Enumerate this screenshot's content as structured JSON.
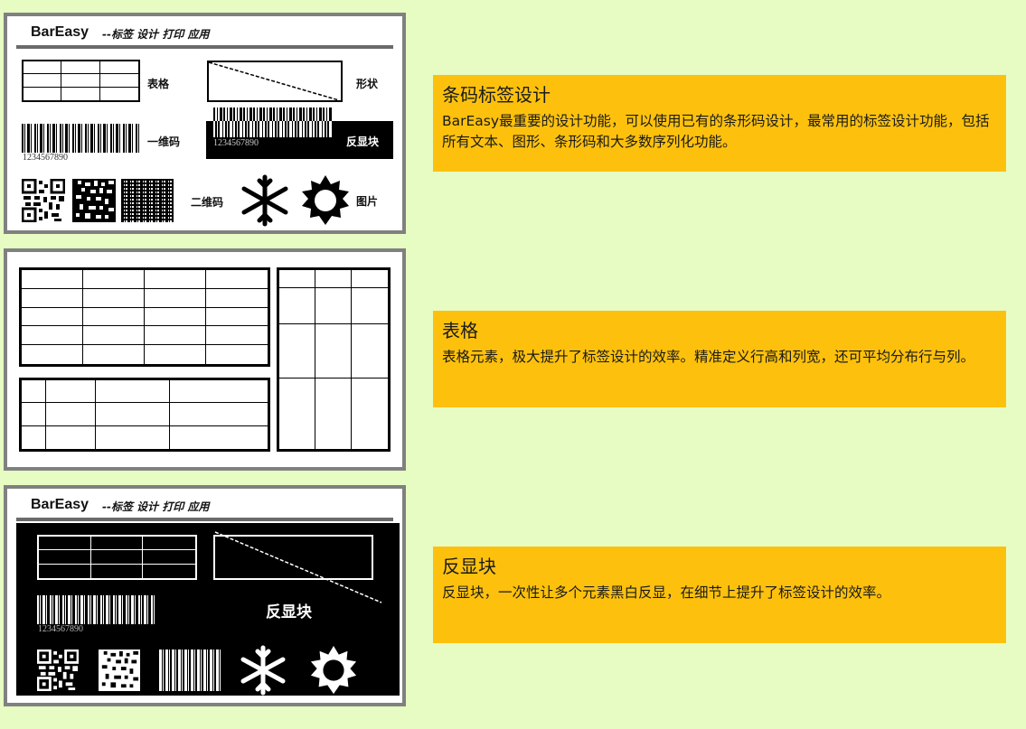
{
  "colors": {
    "page_bg": "#e6fcc2",
    "panel_border": "#808080",
    "info_bg": "#fdc10d",
    "text": "#1a1a1a"
  },
  "panel1": {
    "brand": "BarEasy",
    "tagline": "--标签 设计 打印 应用",
    "labels": {
      "table": "表格",
      "shape": "形状",
      "barcode1d": "一维码",
      "inverse": "反显块",
      "barcode2d": "二维码",
      "image": "图片"
    },
    "barcode_number": "1234567890",
    "inverse_barcode_number": "1234567890"
  },
  "panel3": {
    "brand": "BarEasy",
    "tagline": "--标签 设计 打印 应用",
    "inverse_label": "反显块",
    "barcode_number": "1234567890"
  },
  "info_boxes": [
    {
      "title": "条码标签设计",
      "body": "BarEasy最重要的设计功能，可以使用已有的条形码设计，最常用的标签设计功能，包括所有文本、图形、条形码和大多数序列化功能。"
    },
    {
      "title": "表格",
      "body": "表格元素，极大提升了标签设计的效率。精准定义行高和列宽，还可平均分布行与列。"
    },
    {
      "title": "反显块",
      "body": "反显块，一次性让多个元素黑白反显，在细节上提升了标签设计的效率。"
    }
  ]
}
